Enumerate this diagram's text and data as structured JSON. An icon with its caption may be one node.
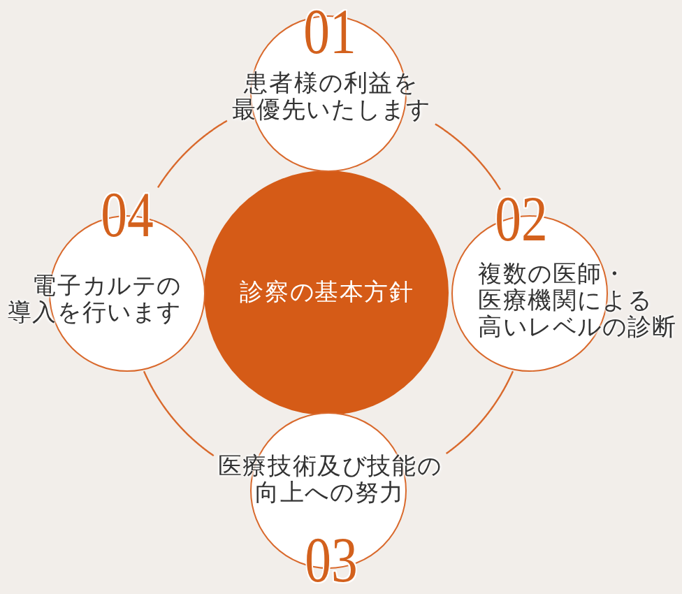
{
  "diagram": {
    "nodes": [
      {
        "text": [
          "診察の基本方針"
        ]
      },
      {
        "text": [
          "01",
          "患者様の利益を最優先いたします"
        ]
      },
      {
        "text": [
          "02",
          "複数の医師・医療機関による高いレベルの診断"
        ]
      },
      {
        "text": [
          "医療技術及び技能の向上への努力",
          "03"
        ]
      },
      {
        "text": [
          "04",
          "電子カルテの導入を行います"
        ]
      }
    ],
    "edges": [
      {
        "from": 1,
        "to": 2,
        "arrow": "none"
      },
      {
        "from": 2,
        "to": 3,
        "arrow": "none"
      },
      {
        "from": 3,
        "to": 4,
        "arrow": "none"
      },
      {
        "from": 4,
        "to": 1,
        "arrow": "none"
      }
    ]
  }
}
